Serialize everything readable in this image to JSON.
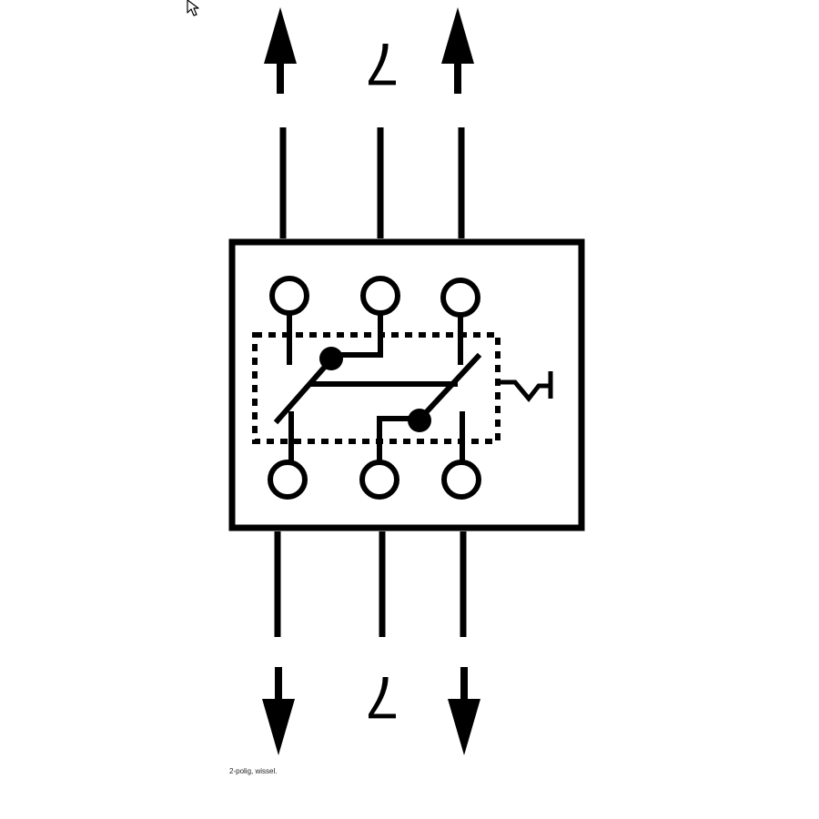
{
  "diagram": {
    "top_label": "7",
    "bottom_label": "7",
    "caption": "2-polig, wissel."
  },
  "colors": {
    "ink": "#000000",
    "background": "#ffffff"
  },
  "icons": {
    "cursor": "mouse-pointer-icon",
    "up_arrow": "arrow-up-icon",
    "down_arrow": "arrow-down-icon",
    "terminal": "terminal-circle-icon",
    "actuator": "actuator-symbol-icon"
  }
}
